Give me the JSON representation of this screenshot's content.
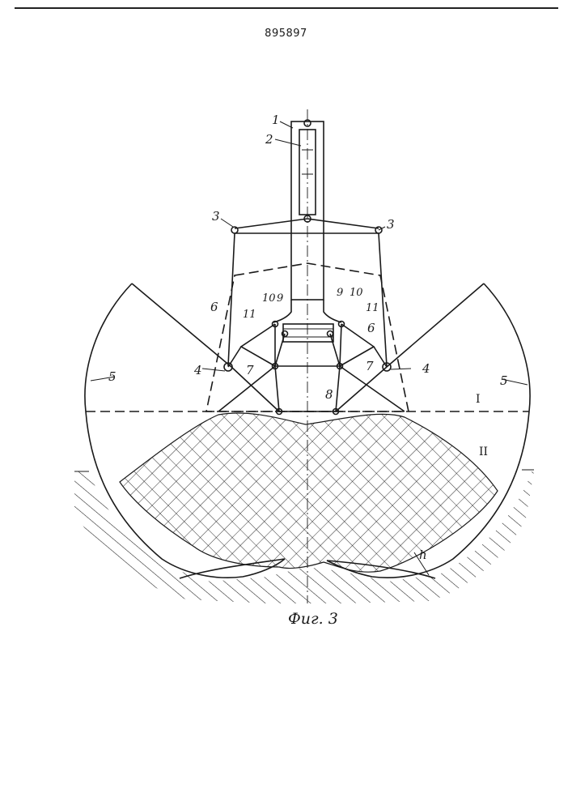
{
  "header": {
    "patent_number": "895897"
  },
  "figure": {
    "caption": "Фиг. 3",
    "callouts": {
      "n1": "1",
      "n2": "2",
      "n3": "3",
      "n4": "4",
      "n5": "5",
      "n6": "6",
      "n7": "7",
      "n8": "8",
      "n9": "9",
      "n10": "10",
      "n11": "11",
      "h": "h"
    },
    "zones": {
      "zone1": "I",
      "zone2": "II"
    }
  }
}
